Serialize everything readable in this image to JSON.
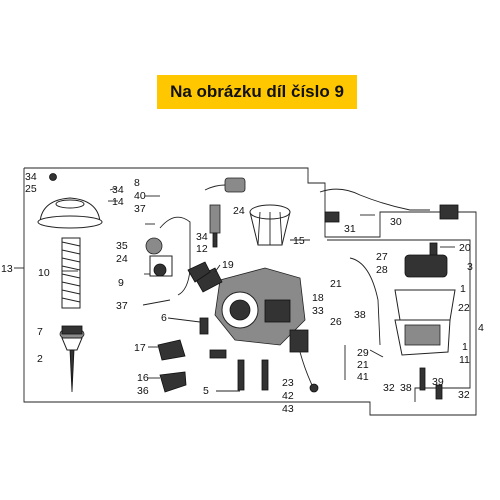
{
  "banner": {
    "text": "Na obrázku díl číslo 9"
  },
  "diagram": {
    "callouts": [
      {
        "id": "34a",
        "label": "34"
      },
      {
        "id": "25",
        "label": "25"
      },
      {
        "id": "8",
        "label": "8"
      },
      {
        "id": "34b",
        "label": "34"
      },
      {
        "id": "14",
        "label": "14"
      },
      {
        "id": "40",
        "label": "40"
      },
      {
        "id": "37a",
        "label": "37"
      },
      {
        "id": "35",
        "label": "35"
      },
      {
        "id": "24a",
        "label": "24"
      },
      {
        "id": "34c",
        "label": "34"
      },
      {
        "id": "12",
        "label": "12"
      },
      {
        "id": "10",
        "label": "10"
      },
      {
        "id": "9",
        "label": "9"
      },
      {
        "id": "19",
        "label": "19"
      },
      {
        "id": "13",
        "label": "13"
      },
      {
        "id": "24b",
        "label": "24"
      },
      {
        "id": "37b",
        "label": "37"
      },
      {
        "id": "15",
        "label": "15"
      },
      {
        "id": "30",
        "label": "30"
      },
      {
        "id": "31",
        "label": "31"
      },
      {
        "id": "20",
        "label": "20"
      },
      {
        "id": "27",
        "label": "27"
      },
      {
        "id": "28",
        "label": "28"
      },
      {
        "id": "3",
        "label": "3"
      },
      {
        "id": "21a",
        "label": "21"
      },
      {
        "id": "18",
        "label": "18"
      },
      {
        "id": "33",
        "label": "33"
      },
      {
        "id": "1a",
        "label": "1"
      },
      {
        "id": "22",
        "label": "22"
      },
      {
        "id": "26",
        "label": "26"
      },
      {
        "id": "38a",
        "label": "38"
      },
      {
        "id": "4",
        "label": "4"
      },
      {
        "id": "6",
        "label": "6"
      },
      {
        "id": "7",
        "label": "7"
      },
      {
        "id": "17",
        "label": "17"
      },
      {
        "id": "2",
        "label": "2"
      },
      {
        "id": "29",
        "label": "29"
      },
      {
        "id": "21b",
        "label": "21"
      },
      {
        "id": "41",
        "label": "41"
      },
      {
        "id": "1b",
        "label": "1"
      },
      {
        "id": "11",
        "label": "11"
      },
      {
        "id": "16",
        "label": "16"
      },
      {
        "id": "36",
        "label": "36"
      },
      {
        "id": "5",
        "label": "5"
      },
      {
        "id": "23",
        "label": "23"
      },
      {
        "id": "42",
        "label": "42"
      },
      {
        "id": "43",
        "label": "43"
      },
      {
        "id": "32a",
        "label": "32"
      },
      {
        "id": "38b",
        "label": "38"
      },
      {
        "id": "39",
        "label": "39"
      },
      {
        "id": "32b",
        "label": "32"
      }
    ]
  }
}
